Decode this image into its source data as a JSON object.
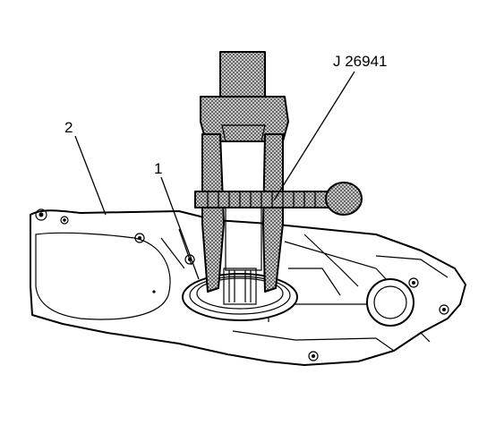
{
  "labels": {
    "tool": "J 26941",
    "item_1": "1",
    "item_2": "2"
  },
  "colors": {
    "ink": "#000000",
    "paper": "#ffffff",
    "shade": "#8a8a8a"
  }
}
